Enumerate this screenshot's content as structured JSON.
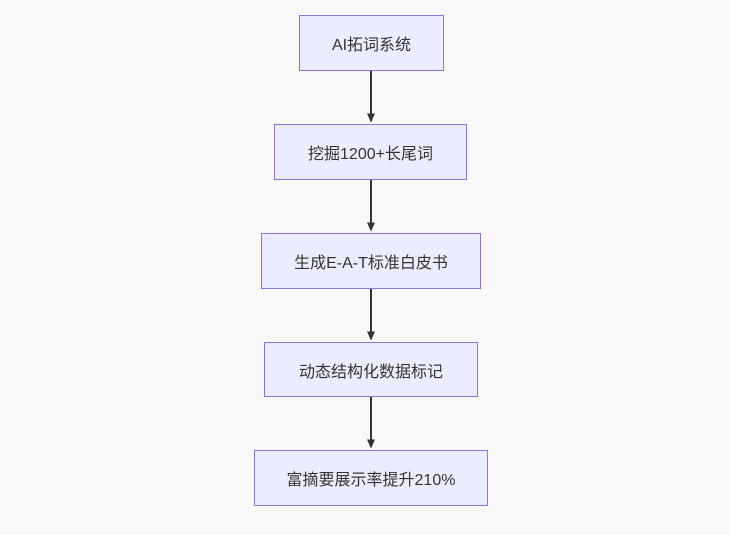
{
  "diagram": {
    "type": "flowchart-top-down",
    "nodes": [
      {
        "id": "step-1",
        "label": "AI拓词系统"
      },
      {
        "id": "step-2",
        "label": "挖掘1200+长尾词"
      },
      {
        "id": "step-3",
        "label": "生成E-A-T标准白皮书"
      },
      {
        "id": "step-4",
        "label": "动态结构化数据标记"
      },
      {
        "id": "step-5",
        "label": "富摘要展示率提升210%"
      }
    ],
    "edges": [
      {
        "from": "step-1",
        "to": "step-2"
      },
      {
        "from": "step-2",
        "to": "step-3"
      },
      {
        "from": "step-3",
        "to": "step-4"
      },
      {
        "from": "step-4",
        "to": "step-5"
      }
    ],
    "colors": {
      "node_fill": "#ECECFF",
      "node_border": "#9370DB",
      "node_text": "#333333",
      "arrow": "#333333",
      "background": "#f8f8f8"
    }
  }
}
